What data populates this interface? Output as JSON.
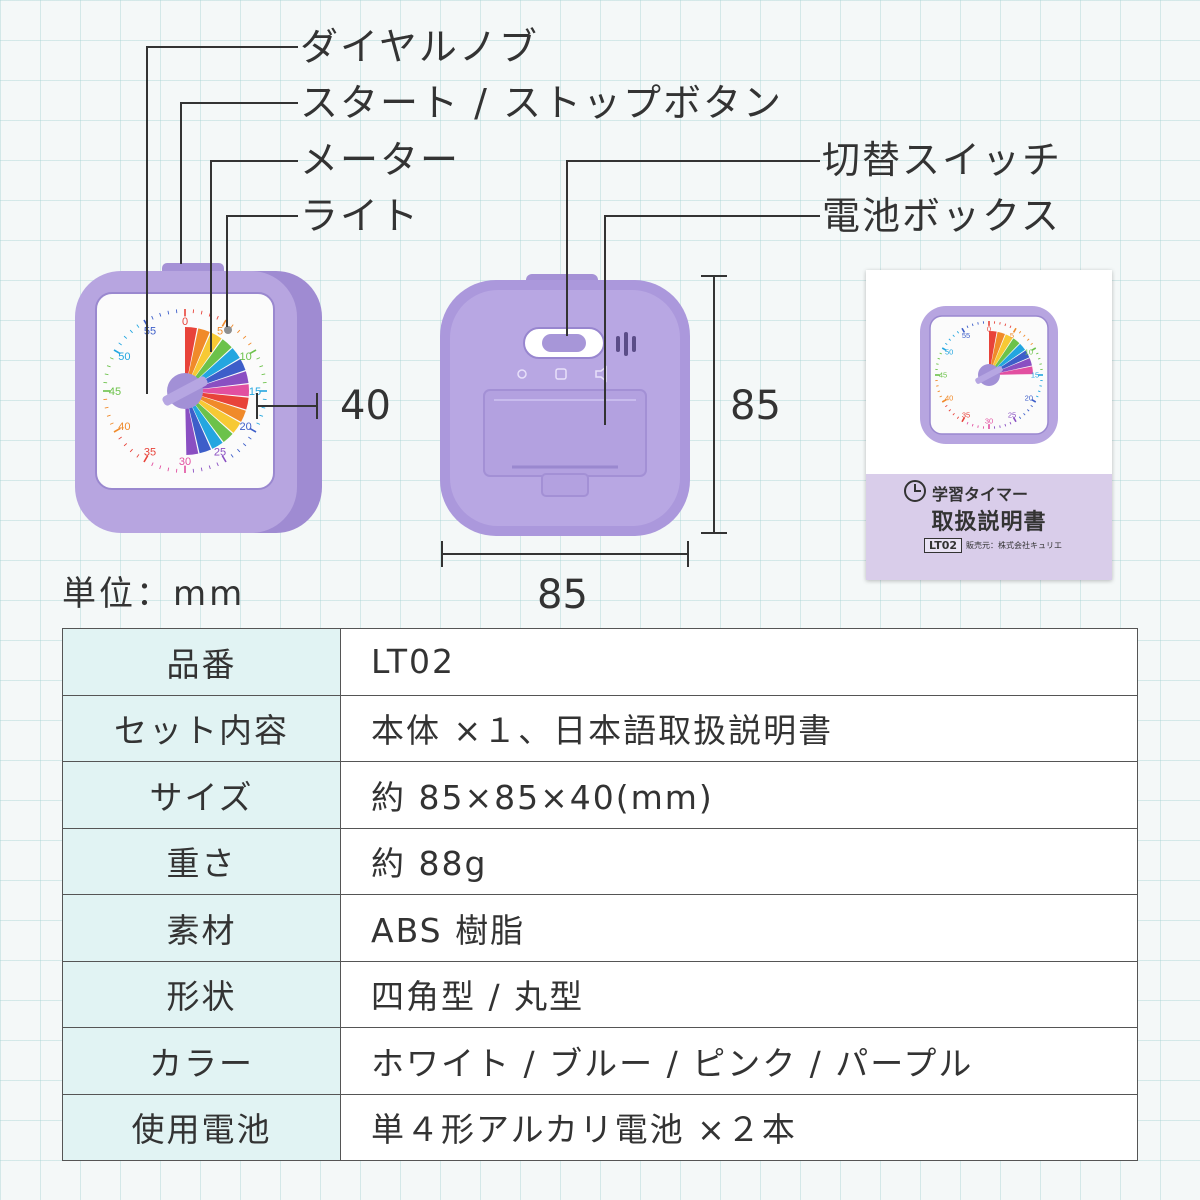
{
  "callouts": {
    "dial_knob": "ダイヤルノブ",
    "start_stop_button": "スタート / ストップボタン",
    "meter": "メーター",
    "light": "ライト",
    "toggle_switch": "切替スイッチ",
    "battery_box": "電池ボックス"
  },
  "dimensions": {
    "depth": "40",
    "height": "85",
    "width": "85",
    "unit": "単位：mm"
  },
  "dial": {
    "numbers": [
      "0",
      "5",
      "10",
      "15",
      "20",
      "25",
      "30",
      "35",
      "40",
      "45",
      "50",
      "55"
    ],
    "timer_fraction": 0.5
  },
  "manual": {
    "title_small": "学習タイマー",
    "title_large": "取扱説明書",
    "model": "LT02",
    "seller": "販売元：株式会社キュリエ",
    "timer_fraction": 0.25
  },
  "colors": {
    "purple_body": "#b4a2dd",
    "purple_face_border": "#a896d6",
    "table_key_bg": "#e1f3f3",
    "rainbow": [
      "#e8433a",
      "#f08a2a",
      "#f7c934",
      "#6cc24a",
      "#23a6e0",
      "#3d5ec9",
      "#8a4fc2",
      "#e24fa0"
    ]
  },
  "spec": {
    "rows": [
      {
        "key": "品番",
        "value": "LT02"
      },
      {
        "key": "セット内容",
        "value": "本体 ×１、日本語取扱説明書"
      },
      {
        "key": "サイズ",
        "value": "約 85×85×40(mm)"
      },
      {
        "key": "重さ",
        "value": "約 88g"
      },
      {
        "key": "素材",
        "value": "ABS 樹脂"
      },
      {
        "key": "形状",
        "value": "四角型 / 丸型"
      },
      {
        "key": "カラー",
        "value": "ホワイト / ブルー / ピンク / パープル"
      },
      {
        "key": "使用電池",
        "value": "単４形アルカリ電池 ×２本"
      }
    ]
  }
}
